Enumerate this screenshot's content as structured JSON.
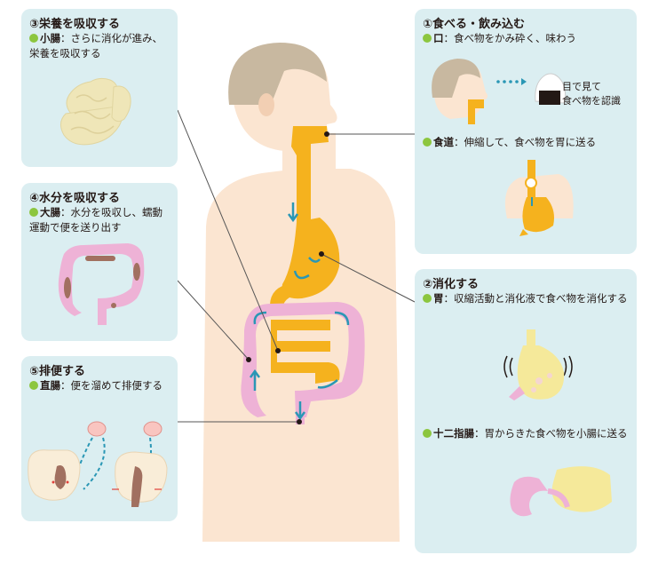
{
  "panels": {
    "absorb_nutrients": {
      "title": "③栄養を吸収する",
      "organ": "小腸",
      "desc": "：さらに消化が進み、栄養を吸収する"
    },
    "absorb_water": {
      "title": "④水分を吸収する",
      "organ": "大腸",
      "desc": "：水分を吸収し、蠕動運動で便を送り出す"
    },
    "excrete": {
      "title": "⑤排便する",
      "organ": "直腸",
      "desc": "：便を溜めて排便する"
    },
    "eat_swallow": {
      "title": "①食べる・飲み込む",
      "mouth_organ": "口",
      "mouth_desc": "：食べ物をかみ砕く、味わう",
      "eye_caption_1": "目で見て",
      "eye_caption_2": "食べ物を認識",
      "esophagus_organ": "食道",
      "esophagus_desc": "：伸縮して、食べ物を胃に送る"
    },
    "digest": {
      "title": "②消化する",
      "stomach_organ": "胃",
      "stomach_desc": "：収縮活動と消化液で食べ物を消化する",
      "duodenum_organ": "十二指腸",
      "duodenum_desc": "：胃からきた食べ物を小腸に送る"
    }
  },
  "colors": {
    "panel_bg": "#dbeef1",
    "bullet": "#8cc63f",
    "skin": "#fbe5d1",
    "hair": "#c8b8a0",
    "digestive_tract": "#f5b21e",
    "large_intestine": "#eeb2d6",
    "small_intestine": "#efe6b8",
    "arrow": "#2a97b5",
    "leader_line": "#555555"
  }
}
